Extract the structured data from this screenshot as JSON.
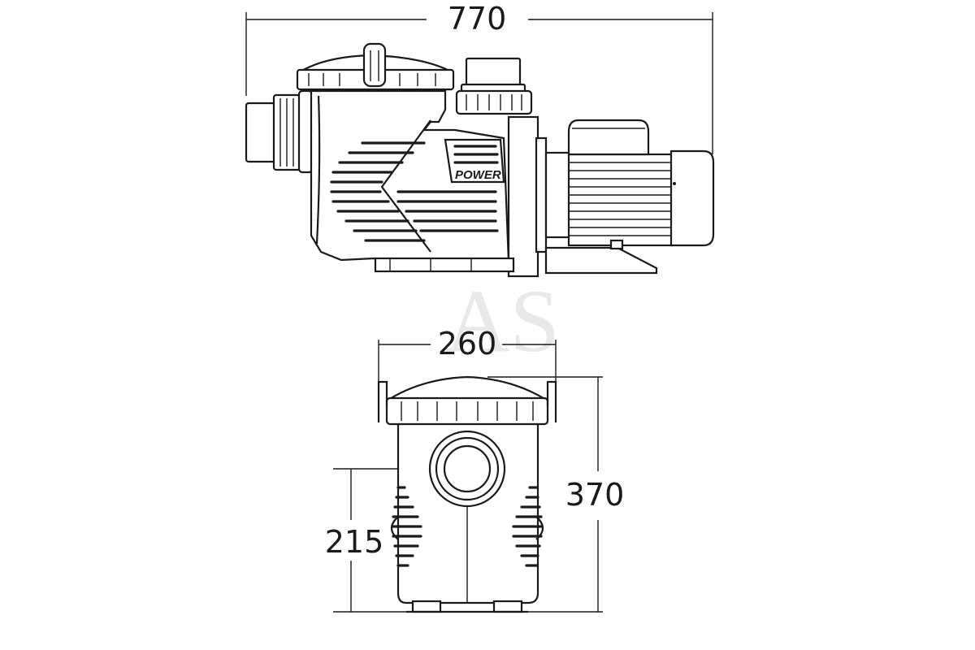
{
  "watermark": "AS",
  "dimensions": {
    "overall_length": "770",
    "width": "260",
    "height": "370",
    "inlet_height": "215"
  },
  "logo": {
    "text": "POWER"
  }
}
